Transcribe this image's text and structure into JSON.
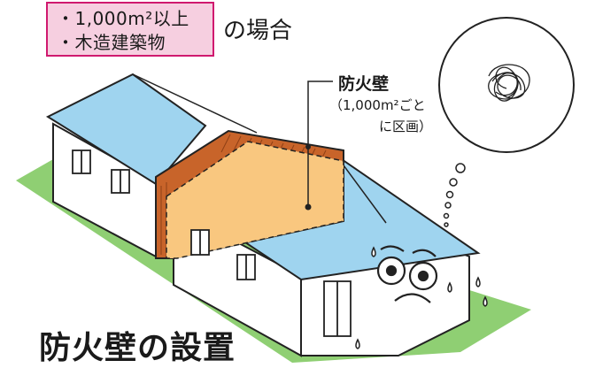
{
  "condition": {
    "line1": "・1,000m²以上",
    "line2": "・木造建築物",
    "suffix": "の場合"
  },
  "firewall": {
    "label": "防火壁",
    "note_line1": "（1,000m²ごと",
    "note_line2": "に区画）"
  },
  "title": "防火壁の設置",
  "colors": {
    "roof": "#9fd4ef",
    "ground": "#8fcf73",
    "firewall_dark": "#c8642a",
    "firewall_light": "#f9c77f",
    "condition_box": "#f6cfe0",
    "condition_border": "#d0196f"
  },
  "icons": [
    "thought-bubble-icon",
    "tangled-scribble-icon",
    "worried-face-icon",
    "sweat-drop-icon"
  ]
}
